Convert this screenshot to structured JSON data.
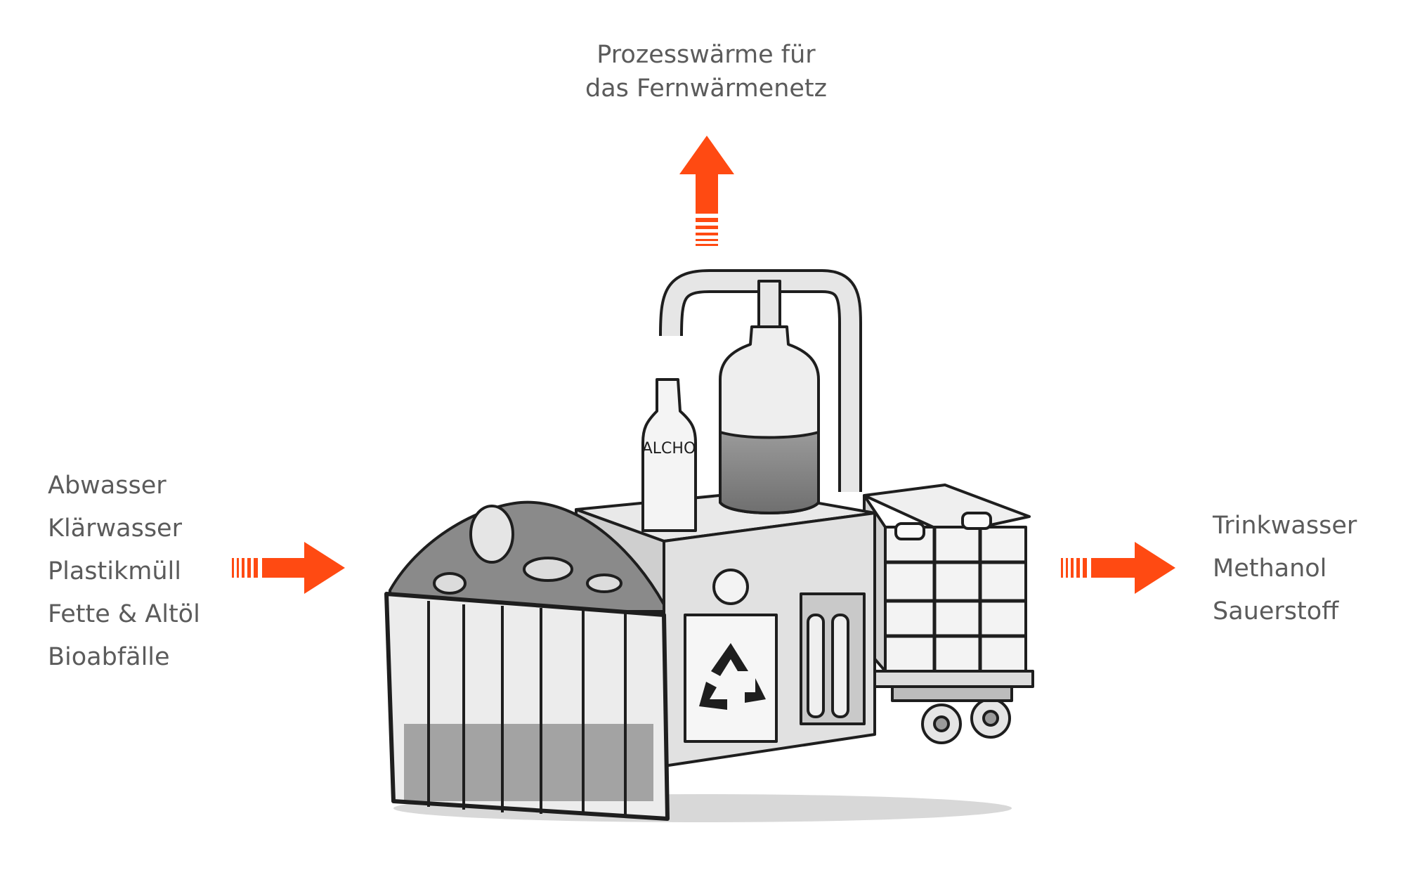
{
  "inputs": {
    "items": [
      "Abwasser",
      "Klärwasser",
      "Plastikmüll",
      "Fette & Altöl",
      "Bioabfälle"
    ]
  },
  "outputs": {
    "items": [
      "Trinkwasser",
      "Methanol",
      "Sauerstoff"
    ]
  },
  "heat": {
    "line1": "Prozesswärme für",
    "line2": "das Fernwärmenetz"
  },
  "machine": {
    "bottle_label": "ALCHO"
  },
  "colors": {
    "arrow": "#ff4a12",
    "text": "#5b5b5b"
  }
}
